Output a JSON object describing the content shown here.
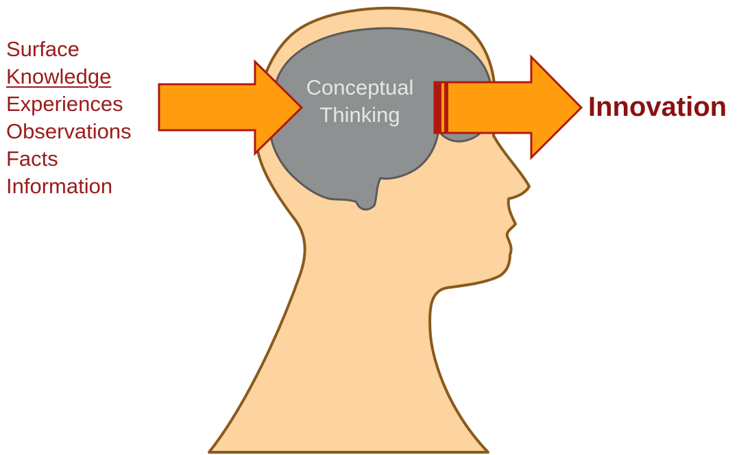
{
  "inputs": [
    {
      "label": "Surface",
      "underlined": false
    },
    {
      "label": "Knowledge",
      "underlined": true
    },
    {
      "label": "Experiences",
      "underlined": false
    },
    {
      "label": "Observations",
      "underlined": false
    },
    {
      "label": "Facts",
      "underlined": false
    },
    {
      "label": "Information",
      "underlined": false
    }
  ],
  "brain": {
    "line1": "Conceptual",
    "line2": "Thinking"
  },
  "output": {
    "label": "Innovation"
  },
  "colors": {
    "text_red": "#9b1b1b",
    "output_red": "#8b1010",
    "arrow_fill": "#ff9d0f",
    "arrow_stroke": "#b0190f",
    "head_fill": "#fdd3a0",
    "head_stroke": "#8a5a1c",
    "brain_fill": "#8e9191",
    "brain_stroke": "#5a5a5a",
    "brain_text": "#e6e6e6"
  }
}
